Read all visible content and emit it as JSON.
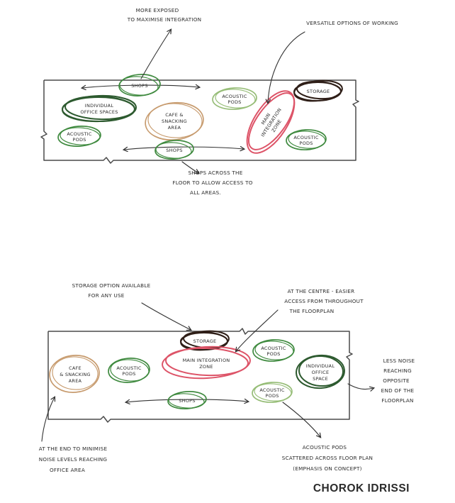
{
  "signature": "CHOROK IDRISSI",
  "colors": {
    "green": "#3f8a3f",
    "dark_green": "#2d5a2f",
    "light_green": "#96bd77",
    "tan": "#c79b6e",
    "red": "#dd5468",
    "dark_brown": "#2f1f18",
    "ink": "#333333",
    "signature_gray": "#8f8f8f"
  },
  "plan1": {
    "annotations": {
      "exposed": {
        "l1": "MORE EXPOSED",
        "l2": "TO MAXIMISE INTEGRATION"
      },
      "versatile": {
        "l1": "VERSATILE OPTIONS OF WORKING"
      },
      "shops_across": {
        "l1": "SHOPS ACROSS THE",
        "l2": "FLOOR TO ALLOW ACCESS TO",
        "l3": "ALL AREAS."
      }
    },
    "zones": {
      "shops_top": {
        "l1": "SHOPS"
      },
      "individual_office": {
        "l1": "INDIVIDUAL",
        "l2": "OFFICE SPACES"
      },
      "acoustic_left": {
        "l1": "ACOUSTIC",
        "l2": "PODS"
      },
      "cafe": {
        "l1": "CAFE &",
        "l2": "SNACKING",
        "l3": "AREA"
      },
      "acoustic_mid": {
        "l1": "ACOUSTIC",
        "l2": "PODS"
      },
      "main_integration": {
        "l1": "MAIN",
        "l2": "INTEGRATION",
        "l3": "ZONE"
      },
      "storage": {
        "l1": "STORAGE"
      },
      "acoustic_right": {
        "l1": "ACOUSTIC",
        "l2": "PODS"
      },
      "shops_bottom": {
        "l1": "SHOPS"
      }
    }
  },
  "plan2": {
    "annotations": {
      "storage_option": {
        "l1": "STORAGE OPTION AVAILABLE",
        "l2": "FOR ANY USE"
      },
      "centre": {
        "l1": "AT THE CENTRE - EASIER",
        "l2": "ACCESS FROM THROUGHOUT",
        "l3": "THE FLOORPLAN"
      },
      "less_noise": {
        "l1": "LESS NOISE",
        "l2": "REACHING",
        "l3": "OPPOSITE",
        "l4": "END OF THE",
        "l5": "FLOORPLAN"
      },
      "at_the_end": {
        "l1": "AT THE END TO MINIMISE",
        "l2": "NOISE LEVELS REACHING",
        "l3": "OFFICE AREA"
      },
      "acoustic_scatter": {
        "l1": "ACOUSTIC PODS",
        "l2": "SCATTERED ACROSS FLOOR PLAN",
        "l3": "(EMPHASIS ON CONCEPT)"
      }
    },
    "zones": {
      "storage": {
        "l1": "STORAGE"
      },
      "cafe": {
        "l1": "CAFE",
        "l2": "& SNACKING",
        "l3": "AREA"
      },
      "acoustic_left": {
        "l1": "ACOUSTIC",
        "l2": "PODS"
      },
      "main_integration": {
        "l1": "MAIN INTEGRATION",
        "l2": "ZONE"
      },
      "acoustic_top_right": {
        "l1": "ACOUSTIC",
        "l2": "PODS"
      },
      "individual_office": {
        "l1": "INDIVIDUAL",
        "l2": "OFFICE",
        "l3": "SPACE"
      },
      "acoustic_bottom_right": {
        "l1": "ACOUSTIC",
        "l2": "PODS"
      },
      "shops": {
        "l1": "SHOPS"
      }
    }
  }
}
